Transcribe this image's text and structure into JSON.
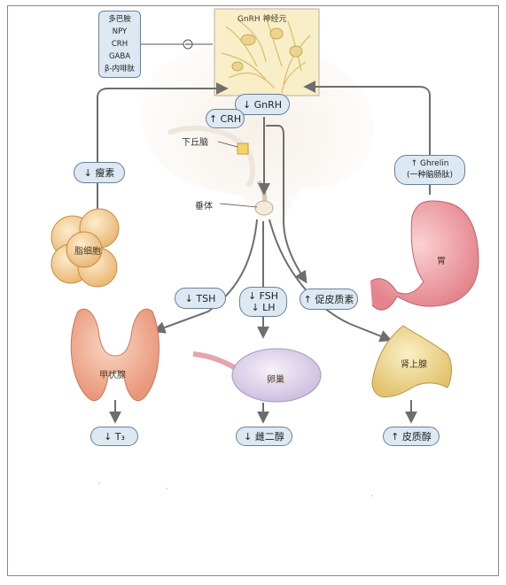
{
  "modulators": [
    "多巴胺",
    "NPY",
    "CRH",
    "GABA",
    "β-内啡肽"
  ],
  "neuron_label": "GnRH 神经元",
  "hormones": {
    "gnrh": "↓ GnRH",
    "crh": "↑ CRH",
    "leptin": "↓ 瘦素",
    "ghrelin_line1": "↑ Ghrelin",
    "ghrelin_line2": "(一种脑肠肽)",
    "tsh": "↓ TSH",
    "fsh": "↓ FSH",
    "lh": "↓ LH",
    "acth": "↑ 促皮质素",
    "t3": "↓ T₃",
    "estradiol": "↓ 雌二醇",
    "cortisol": "↑ 皮质醇"
  },
  "structures": {
    "hypothalamus": "下丘脑",
    "pituitary": "垂体",
    "adipocyte": "脂细胞",
    "stomach": "胃",
    "thyroid": "甲状腺",
    "ovary": "卵巢",
    "adrenal": "肾上腺"
  },
  "colors": {
    "pill_fill": "#dce9f3",
    "pill_border": "#6a7f96",
    "arrow": "#6e6e6e",
    "thyroid": "#f2b89c",
    "ovary": "#e6def0",
    "adrenal": "#f1dc97",
    "adipocyte": "#f7d6a0",
    "stomach": "#f2a6ab",
    "neuron_bg": "#f8efc8"
  }
}
